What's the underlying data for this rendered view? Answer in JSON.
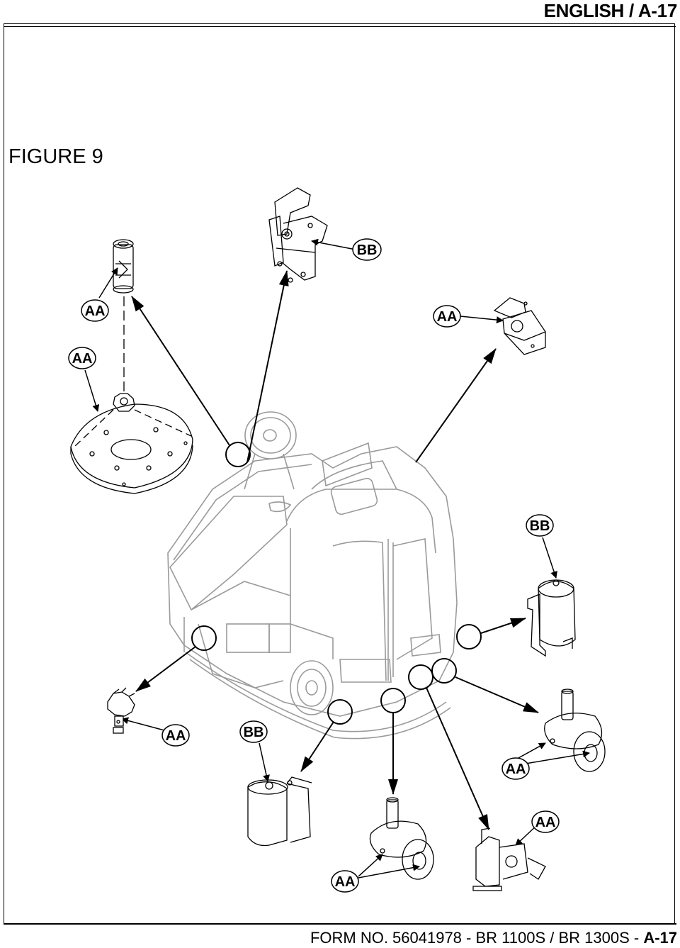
{
  "header": {
    "title": "ENGLISH / A-17"
  },
  "figure": {
    "title": "FIGURE 9"
  },
  "callouts": [
    {
      "label": "BB"
    },
    {
      "label": "AA"
    },
    {
      "label": "AA"
    },
    {
      "label": "AA"
    },
    {
      "label": "BB"
    },
    {
      "label": "AA"
    },
    {
      "label": "BB"
    },
    {
      "label": "AA"
    },
    {
      "label": "AA"
    },
    {
      "label": "AA"
    }
  ],
  "footer": {
    "text": "FORM NO. 56041978 - BR 1100S / BR 1300S - ",
    "page": "A-17"
  }
}
